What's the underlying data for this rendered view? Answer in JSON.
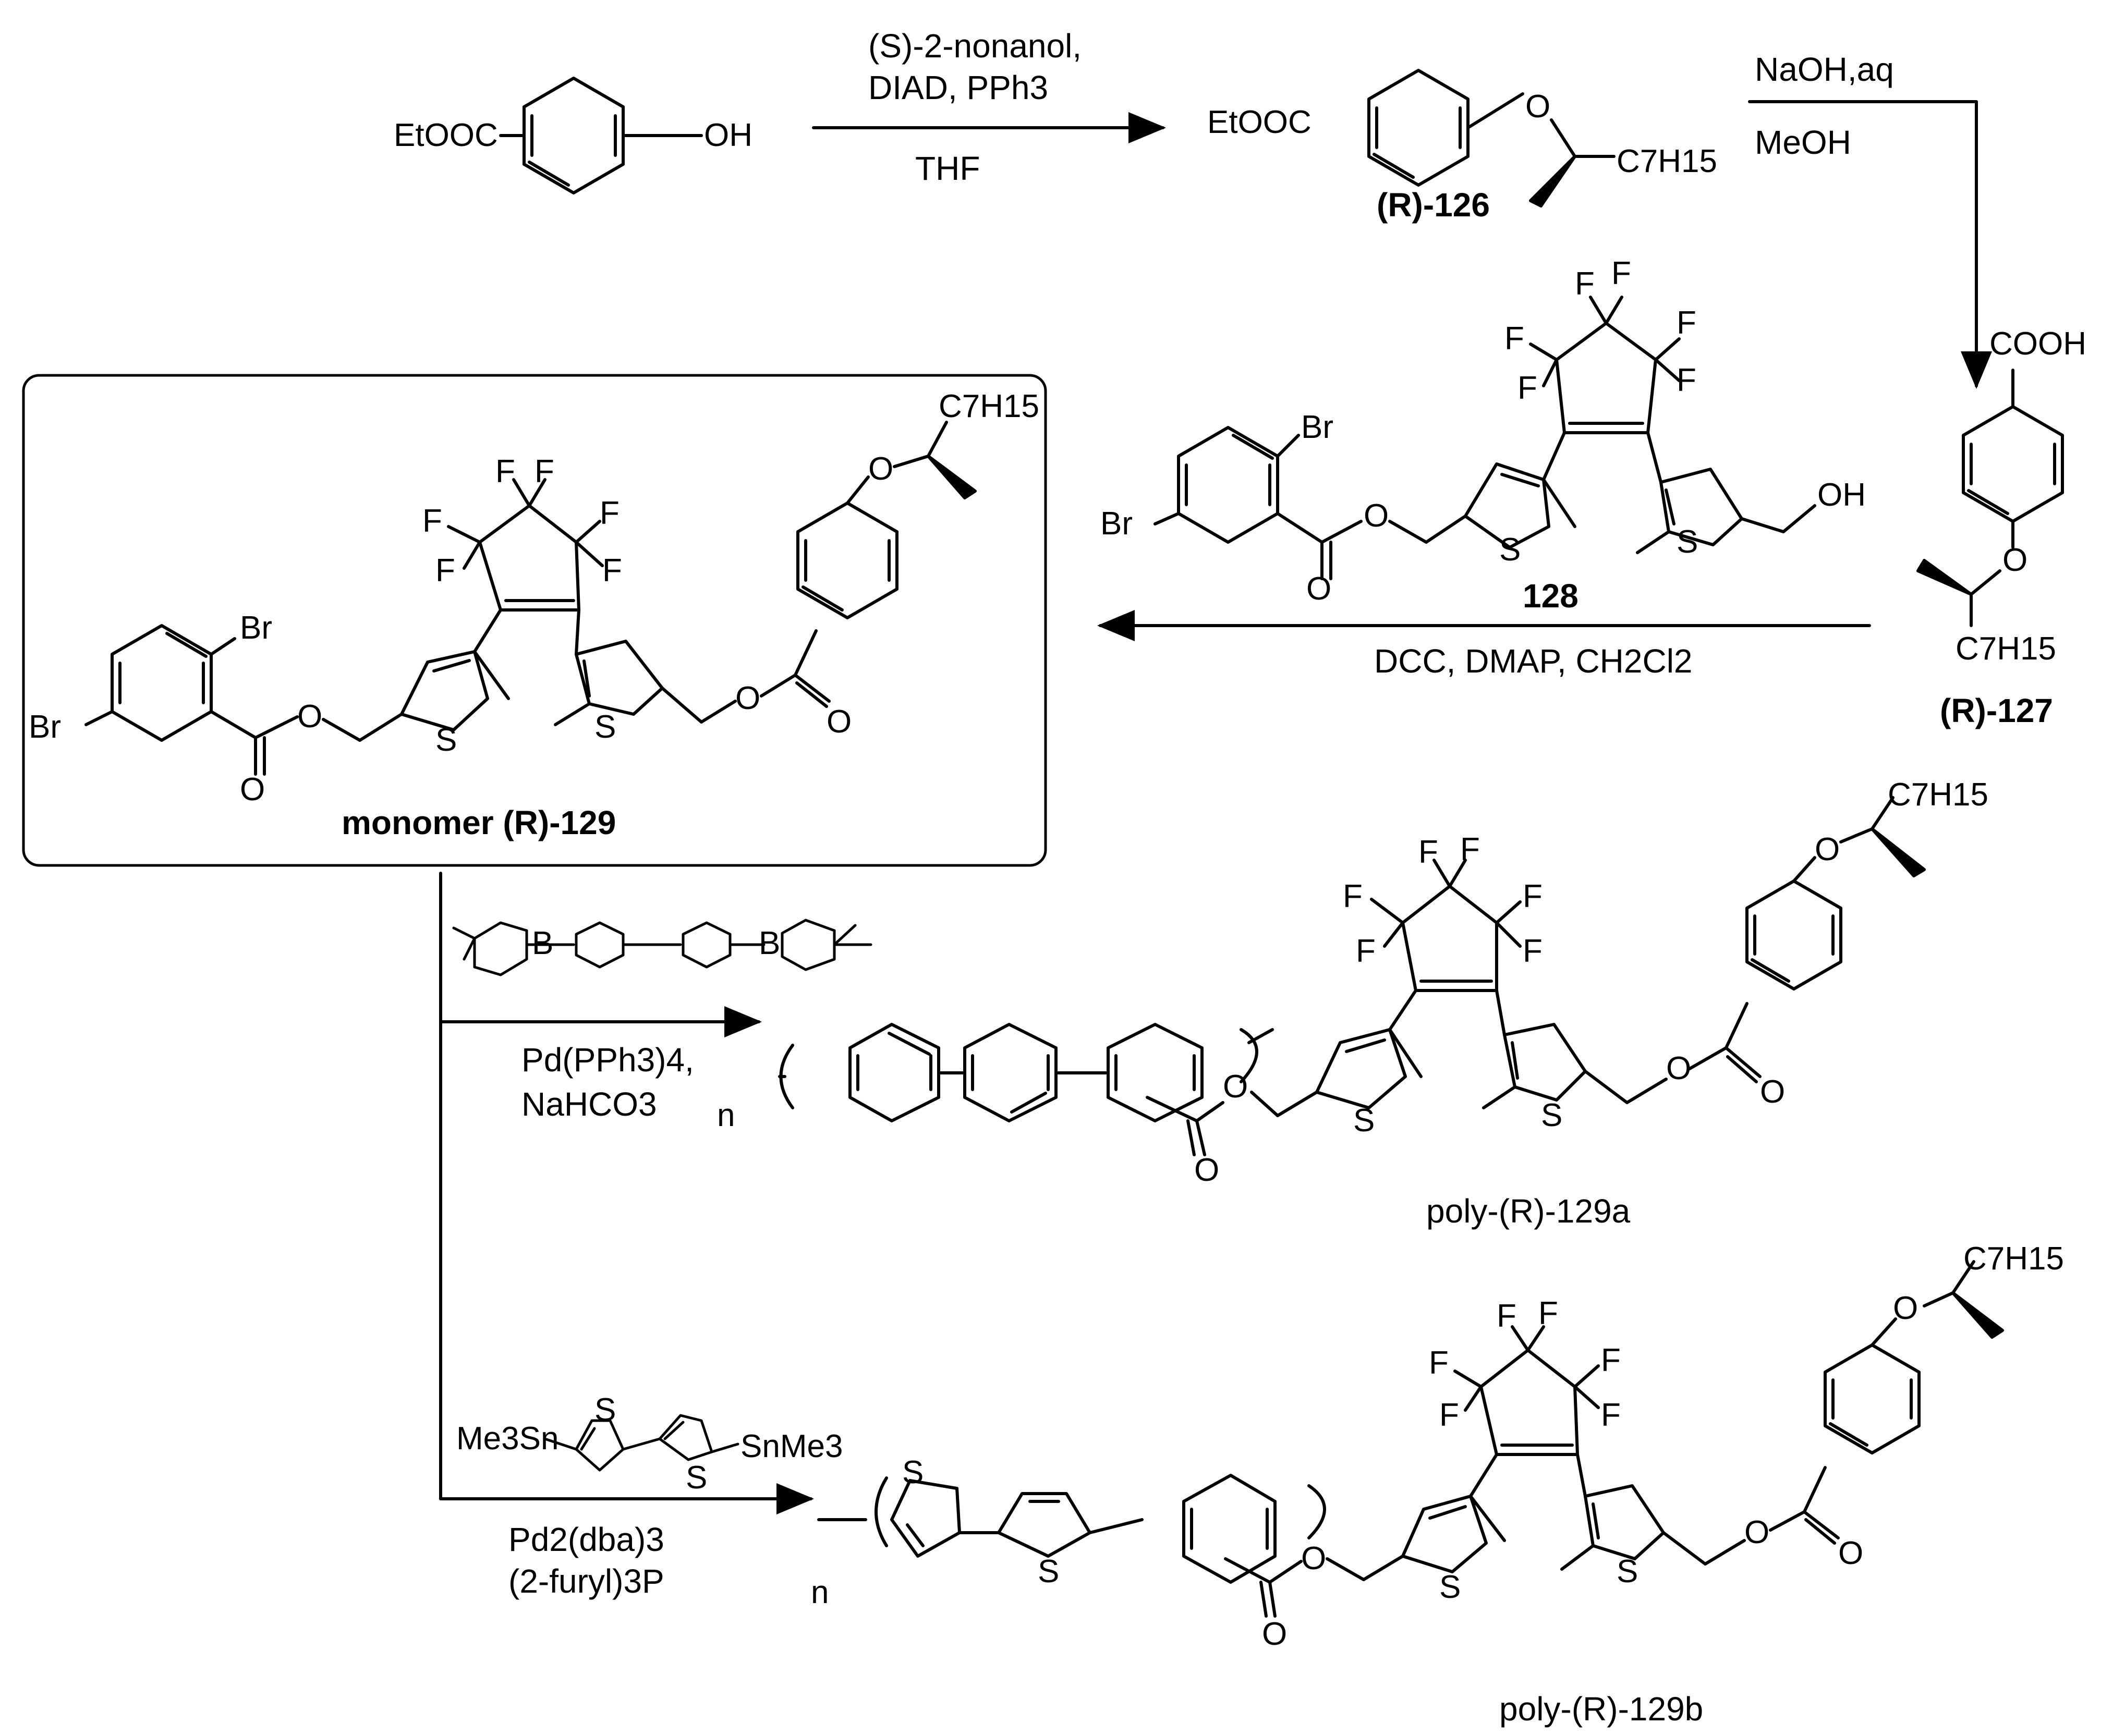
{
  "reactants": {
    "start_left": "EtOOC",
    "start_right": "OH",
    "ester_left": "EtOOC",
    "nonyl_chain": "C7H15"
  },
  "steps": {
    "mitsunobu": {
      "reagent1": "(S)-2-nonanol,",
      "reagent2": "DIAD, PPh3",
      "solvent": "THF"
    },
    "hydrolysis": {
      "reagent": "NaOH,aq",
      "solvent": "MeOH"
    },
    "esterification": {
      "reagents": "DCC, DMAP, CH2Cl2"
    },
    "suzuki": {
      "catalyst": "Pd(PPh3)4,",
      "base": "NaHCO3",
      "boron_label": "B"
    },
    "stille": {
      "stannane_left": "Me3Sn",
      "stannane_right": "SnMe3",
      "catalyst": "Pd2(dba)3",
      "ligand": "(2-furyl)3P"
    }
  },
  "labels": {
    "c126": "(R)-126",
    "c127": "(R)-127",
    "c128": "128",
    "c129": "monomer (R)-129",
    "p129a": "poly-(R)-129a",
    "p129b": "poly-(R)-129b",
    "repeat_n": "n"
  },
  "atoms": {
    "acid": "COOH",
    "br": "Br",
    "f": "F",
    "s": "S",
    "o": "O",
    "oh": "OH"
  }
}
